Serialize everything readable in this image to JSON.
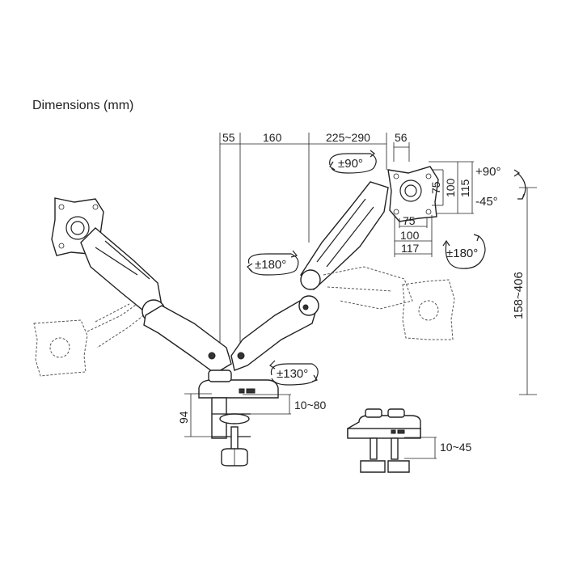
{
  "title": "Dimensions (mm)",
  "dimensions": {
    "d55": "55",
    "d160": "160",
    "d225_290": "225~290",
    "d56": "56",
    "d75v": "75",
    "d100v": "100",
    "d115": "115",
    "d75h": "75",
    "d100h": "100",
    "d117": "117",
    "d158_406": "158~406",
    "d94": "94",
    "d10_80": "10~80",
    "d10_45": "10~45"
  },
  "rotations": {
    "tilt_up": "+90°",
    "tilt_down": "-45°",
    "swivel_90": "±90°",
    "swivel_180_left": "±180°",
    "swivel_180_right": "±180°",
    "swivel_130": "±130°"
  },
  "icons": {
    "rotate": "rotate-arrow-icon"
  }
}
